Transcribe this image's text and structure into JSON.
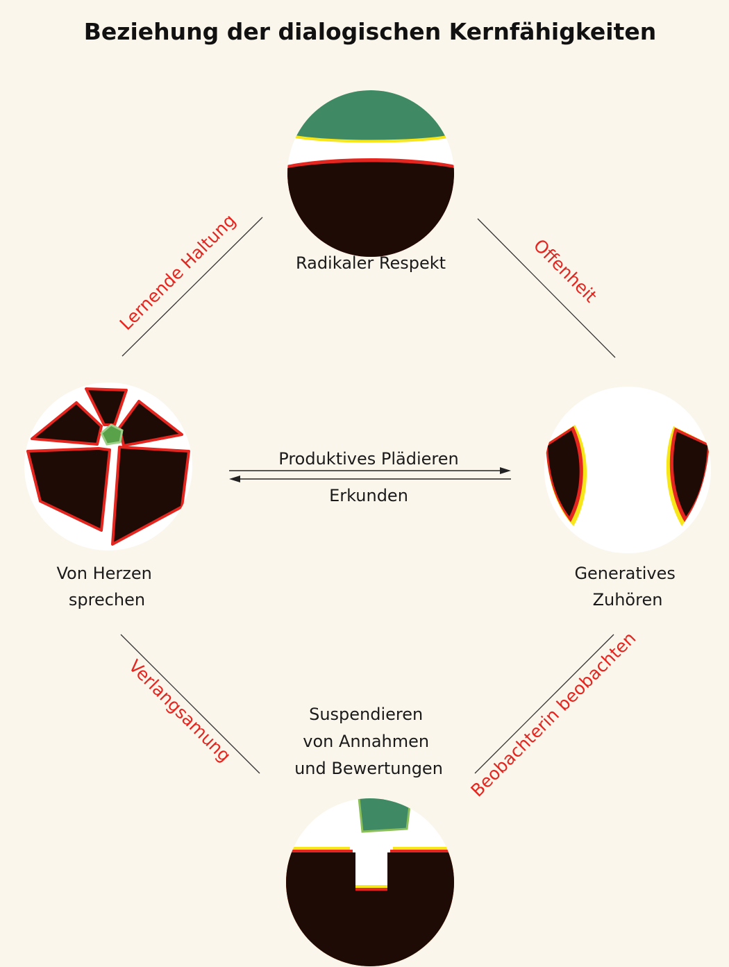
{
  "title": "Beziehung der dialogischen Kernfähigkeiten",
  "nodes": {
    "top": {
      "label_lines": [
        "Radikaler Respekt"
      ]
    },
    "left": {
      "label_lines": [
        "Von Herzen",
        "sprechen"
      ]
    },
    "right": {
      "label_lines": [
        "Generatives",
        "Zuhören"
      ]
    },
    "bottom": {
      "label_lines": [
        "Suspendieren",
        "von Annahmen",
        "und Bewertungen"
      ]
    }
  },
  "edges": {
    "top_left": "Lernende Haltung",
    "top_right": "Offenheit",
    "bottom_left": "Verlangsamung",
    "bottom_right": "Beobachterin beobachten"
  },
  "arrows": {
    "forward": "Produktives Plädieren",
    "backward": "Erkunden"
  },
  "colors": {
    "background": "#fbf6ec",
    "accent_red": "#e3261f",
    "green": "#3f8a64",
    "dark": "#1f0b05",
    "yellow": "#f7e61a"
  }
}
